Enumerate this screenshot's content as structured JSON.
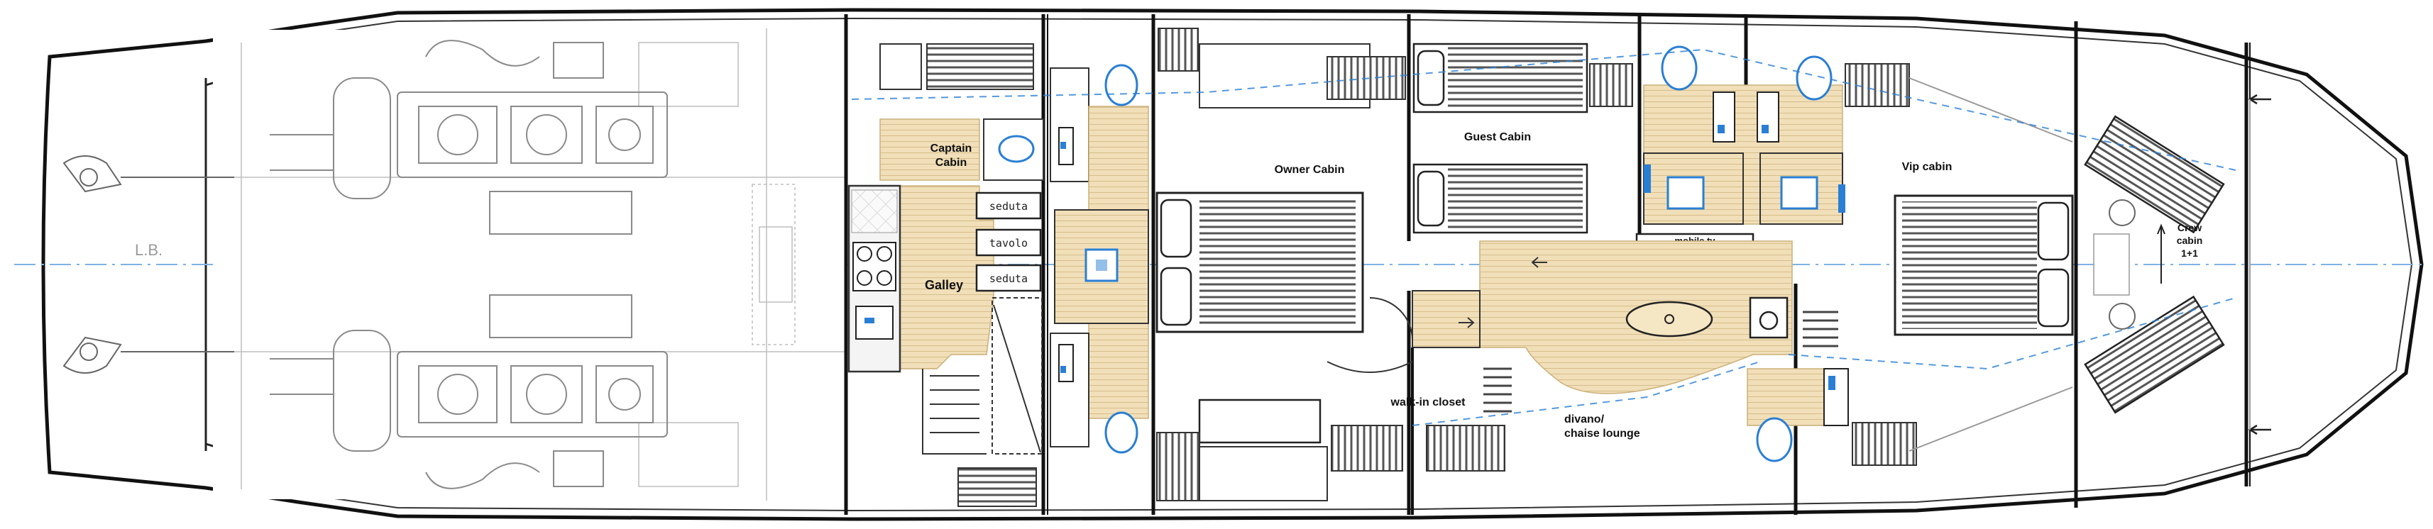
{
  "diagram": {
    "rooms": {
      "captain_cabin": [
        "Captain",
        "Cabin"
      ],
      "galley": "Galley",
      "owner_cabin": "Owner Cabin",
      "guest_cabin": "Guest Cabin",
      "vip_cabin": "Vip cabin",
      "crew_cabin": [
        "Crew",
        "cabin",
        "1+1"
      ],
      "walk_in_closet": "walk-in closet",
      "divano": [
        "divano/",
        "chaise lounge"
      ],
      "mobile_tv": "mobile tv"
    },
    "furniture": {
      "seduta_top": "seduta",
      "tavolo": "tavolo",
      "seduta_bottom": "seduta"
    },
    "engine_room_mark": "L.B.",
    "colors": {
      "line": "#111111",
      "wood_floor": "#f1dfb9",
      "wood_stroke": "#cbb07a",
      "blue_accent": "#2a7fd4",
      "centerline": "#7fb2e5",
      "machinery": "#8a8a8a"
    }
  }
}
